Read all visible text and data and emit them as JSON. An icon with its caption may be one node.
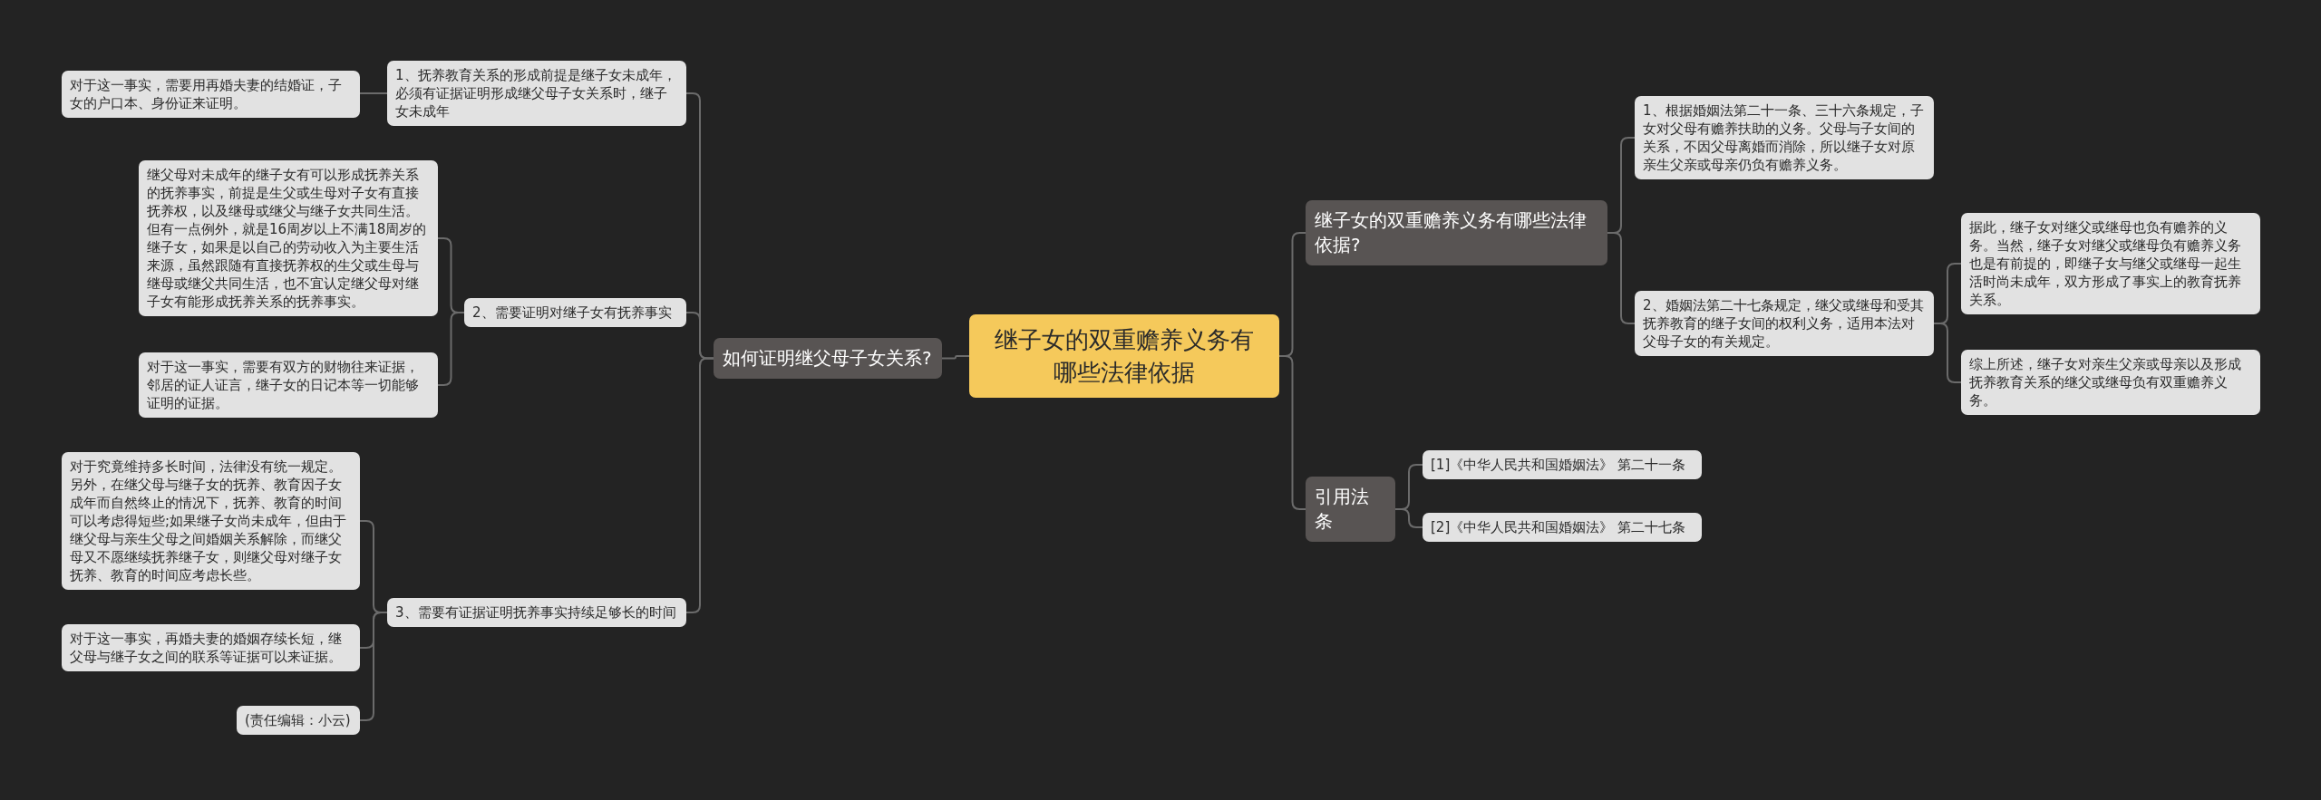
{
  "diagram": {
    "nodes": [
      {
        "text": [
          "继子女的双重赡养义务有哪些法律依据"
        ]
      },
      {
        "text": [
          "如何证明继父母子女关系?"
        ]
      },
      {
        "text": [
          "1、抚养教育关系的形成前提是继子女未成年，必须有证据证明形成继父母子女关系时，继子女未成年"
        ]
      },
      {
        "text": [
          "对于这一事实，需要用再婚夫妻的结婚证，子女的户口本、身份证来证明。"
        ]
      },
      {
        "text": [
          "2、需要证明对继子女有抚养事实"
        ]
      },
      {
        "text": [
          "继父母对未成年的继子女有可以形成抚养关系的抚养事实，前提是生父或生母对子女有直接抚养权，以及继母或继父与继子女共同生活。但有一点例外，就是16周岁以上不满18周岁的继子女，如果是以自己的劳动收入为主要生活来源，虽然跟随有直接抚养权的生父或生母与继母或继父共同生活，也不宜认定继父母对继子女有能形成抚养关系的抚养事实。"
        ]
      },
      {
        "text": [
          "对于这一事实，需要有双方的财物往来证据，邻居的证人证言，继子女的日记本等一切能够证明的证据。"
        ]
      },
      {
        "text": [
          "3、需要有证据证明抚养事实持续足够长的时间"
        ]
      },
      {
        "text": [
          "对于究竟维持多长时间，法律没有统一规定。另外，在继父母与继子女的抚养、教育因子女成年而自然终止的情况下，抚养、教育的时间可以考虑得短些;如果继子女尚未成年，但由于继父母与亲生父母之间婚姻关系解除，而继父母又不愿继续抚养继子女，则继父母对继子女抚养、教育的时间应考虑长些。"
        ]
      },
      {
        "text": [
          "对于这一事实，再婚夫妻的婚姻存续长短，继父母与继子女之间的联系等证据可以来证据。"
        ]
      },
      {
        "text": [
          "(责任编辑：小云)"
        ]
      },
      {
        "text": [
          "继子女的双重赡养义务有哪些法律依据?"
        ]
      },
      {
        "text": [
          "1、根据婚姻法第二十一条、三十六条规定，子女对父母有赡养扶助的义务。父母与子女间的关系，不因父母离婚而消除，所以继子女对原亲生父亲或母亲仍负有赡养义务。"
        ]
      },
      {
        "text": [
          "2、婚姻法第二十七条规定，继父或继母和受其抚养教育的继子女间的权利义务，适用本法对父母子女的有关规定。"
        ]
      },
      {
        "text": [
          "据此，继子女对继父或继母也负有赡养的义务。当然，继子女对继父或继母负有赡养义务也是有前提的，即继子女与继父或继母一起生活时尚未成年，双方形成了事实上的教育抚养关系。"
        ]
      },
      {
        "text": [
          "综上所述，继子女对亲生父亲或母亲以及形成抚养教育关系的继父或继母负有双重赡养义务。"
        ]
      },
      {
        "text": [
          "引用法条"
        ]
      },
      {
        "text": [
          "[1]《中华人民共和国婚姻法》 第二十一条"
        ]
      },
      {
        "text": [
          "[2]《中华人民共和国婚姻法》 第二十七条"
        ]
      }
    ],
    "edges": [
      {
        "from": 0,
        "to": 1,
        "arrow": "none"
      },
      {
        "from": 1,
        "to": 2,
        "arrow": "none"
      },
      {
        "from": 2,
        "to": 3,
        "arrow": "none"
      },
      {
        "from": 1,
        "to": 4,
        "arrow": "none"
      },
      {
        "from": 4,
        "to": 5,
        "arrow": "none"
      },
      {
        "from": 4,
        "to": 6,
        "arrow": "none"
      },
      {
        "from": 1,
        "to": 7,
        "arrow": "none"
      },
      {
        "from": 7,
        "to": 8,
        "arrow": "none"
      },
      {
        "from": 7,
        "to": 9,
        "arrow": "none"
      },
      {
        "from": 7,
        "to": 10,
        "arrow": "none"
      },
      {
        "from": 0,
        "to": 11,
        "arrow": "none"
      },
      {
        "from": 11,
        "to": 12,
        "arrow": "none"
      },
      {
        "from": 11,
        "to": 13,
        "arrow": "none"
      },
      {
        "from": 13,
        "to": 14,
        "arrow": "none"
      },
      {
        "from": 13,
        "to": 15,
        "arrow": "none"
      },
      {
        "from": 0,
        "to": 16,
        "arrow": "none"
      },
      {
        "from": 16,
        "to": 17,
        "arrow": "none"
      },
      {
        "from": 16,
        "to": 18,
        "arrow": "none"
      }
    ]
  }
}
